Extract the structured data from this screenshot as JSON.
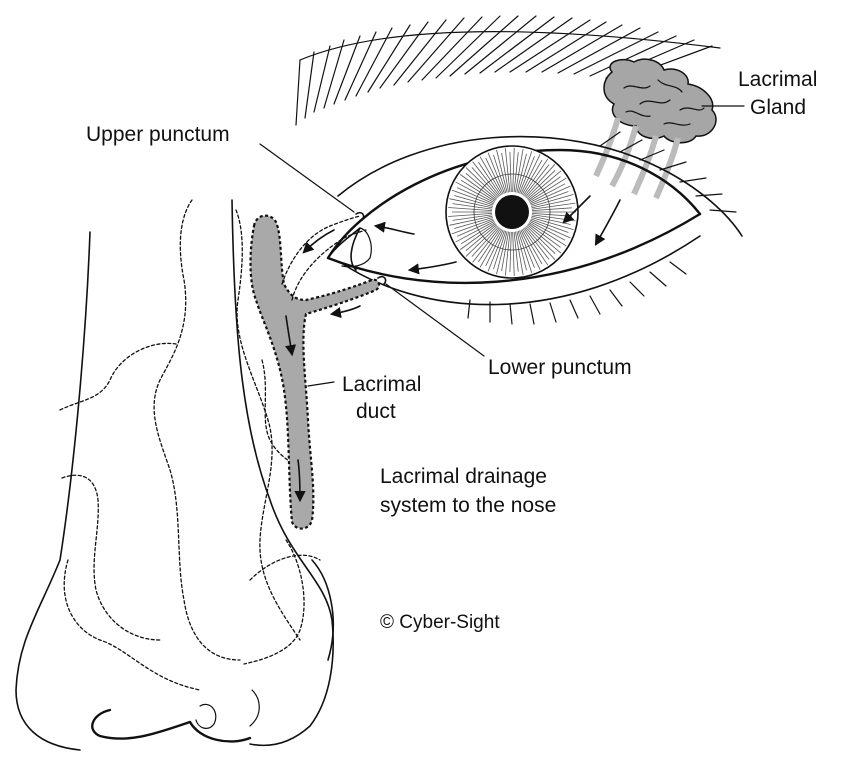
{
  "labels": {
    "lacrimal_gland_line1": "Lacrimal",
    "lacrimal_gland_line2": "Gland",
    "upper_punctum": "Upper punctum",
    "lower_punctum": "Lower punctum",
    "lacrimal_duct_line1": "Lacrimal",
    "lacrimal_duct_line2": "duct",
    "system_line1": "Lacrimal drainage",
    "system_line2": "system to the nose",
    "copyright": "© Cyber-Sight"
  },
  "colors": {
    "ink": "#111111",
    "gland_fill": "#a6a6a6",
    "duct_fill": "#a9a9a9",
    "background": "#ffffff"
  }
}
